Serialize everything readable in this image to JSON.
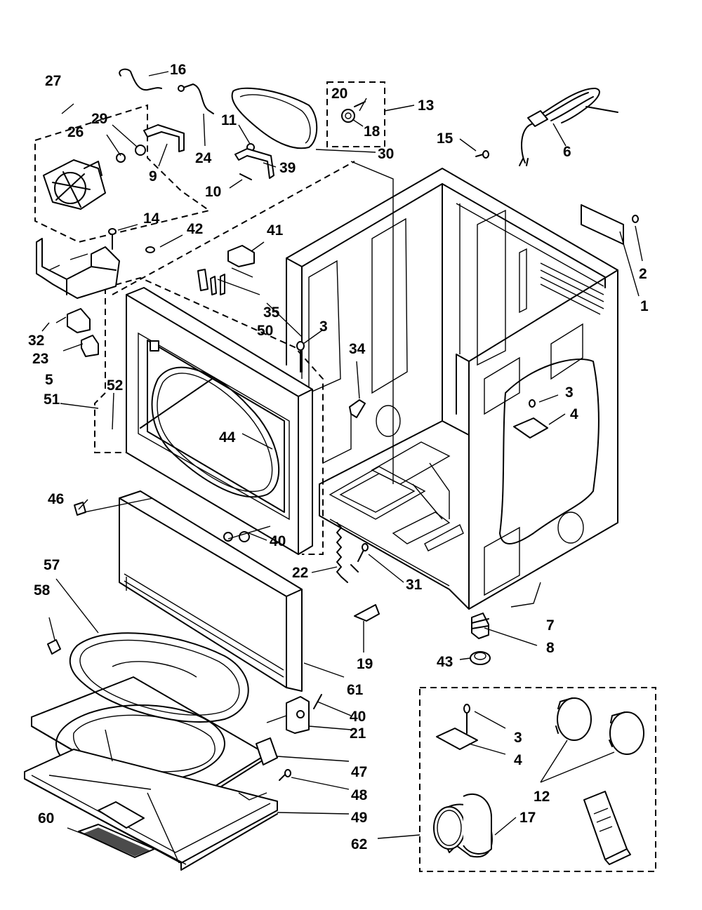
{
  "callouts": [
    {
      "id": "c1",
      "text": "1"
    },
    {
      "id": "c2",
      "text": "2"
    },
    {
      "id": "c3a",
      "text": "3"
    },
    {
      "id": "c3b",
      "text": "3"
    },
    {
      "id": "c3c",
      "text": "3"
    },
    {
      "id": "c4a",
      "text": "4"
    },
    {
      "id": "c4b",
      "text": "4"
    },
    {
      "id": "c5",
      "text": "5"
    },
    {
      "id": "c6",
      "text": "6"
    },
    {
      "id": "c7",
      "text": "7"
    },
    {
      "id": "c8",
      "text": "8"
    },
    {
      "id": "c9",
      "text": "9"
    },
    {
      "id": "c10",
      "text": "10"
    },
    {
      "id": "c11",
      "text": "11"
    },
    {
      "id": "c12",
      "text": "12"
    },
    {
      "id": "c13",
      "text": "13"
    },
    {
      "id": "c14",
      "text": "14"
    },
    {
      "id": "c15",
      "text": "15"
    },
    {
      "id": "c16",
      "text": "16"
    },
    {
      "id": "c17",
      "text": "17"
    },
    {
      "id": "c18",
      "text": "18"
    },
    {
      "id": "c19",
      "text": "19"
    },
    {
      "id": "c20",
      "text": "20"
    },
    {
      "id": "c21",
      "text": "21"
    },
    {
      "id": "c22",
      "text": "22"
    },
    {
      "id": "c23",
      "text": "23"
    },
    {
      "id": "c24",
      "text": "24"
    },
    {
      "id": "c26",
      "text": "26"
    },
    {
      "id": "c27",
      "text": "27"
    },
    {
      "id": "c29",
      "text": "29"
    },
    {
      "id": "c30",
      "text": "30"
    },
    {
      "id": "c31",
      "text": "31"
    },
    {
      "id": "c32",
      "text": "32"
    },
    {
      "id": "c34",
      "text": "34"
    },
    {
      "id": "c35",
      "text": "35"
    },
    {
      "id": "c39",
      "text": "39"
    },
    {
      "id": "c40a",
      "text": "40"
    },
    {
      "id": "c40b",
      "text": "40"
    },
    {
      "id": "c41",
      "text": "41"
    },
    {
      "id": "c42",
      "text": "42"
    },
    {
      "id": "c43",
      "text": "43"
    },
    {
      "id": "c44",
      "text": "44"
    },
    {
      "id": "c46",
      "text": "46"
    },
    {
      "id": "c47",
      "text": "47"
    },
    {
      "id": "c48",
      "text": "48"
    },
    {
      "id": "c49",
      "text": "49"
    },
    {
      "id": "c50",
      "text": "50"
    },
    {
      "id": "c51",
      "text": "51"
    },
    {
      "id": "c52",
      "text": "52"
    },
    {
      "id": "c57",
      "text": "57"
    },
    {
      "id": "c58",
      "text": "58"
    },
    {
      "id": "c60",
      "text": "60"
    },
    {
      "id": "c61",
      "text": "61"
    },
    {
      "id": "c62",
      "text": "62"
    }
  ],
  "colors": {
    "line": "#000000",
    "background": "#ffffff"
  }
}
